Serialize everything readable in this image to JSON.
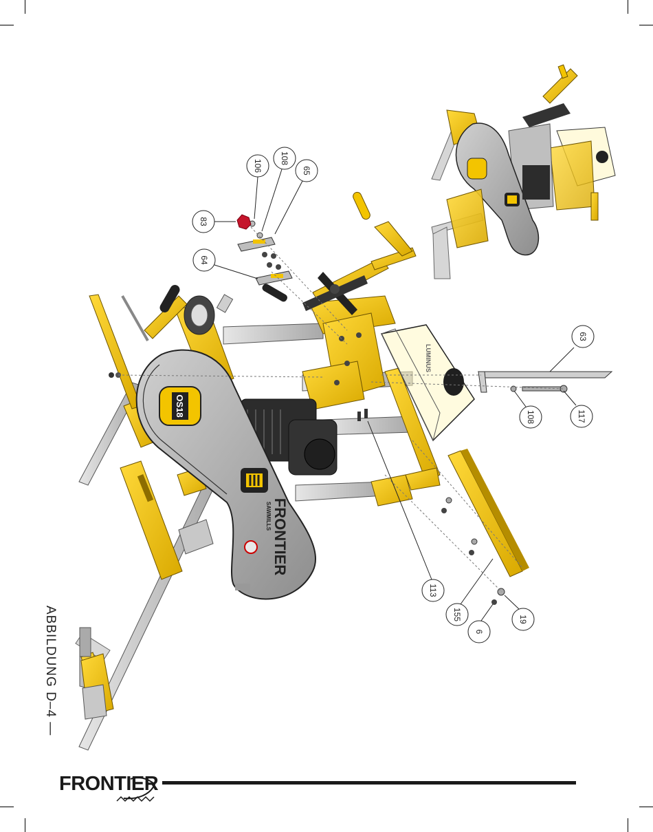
{
  "figure": {
    "title": "ABBILDUNG D–4 —"
  },
  "brand": {
    "footer_logo": "FRONTIER",
    "machine_logo": "FRONTIER",
    "machine_sub": "SAWMILLS",
    "model_badge": "OS18",
    "accent_color": "#f3c400",
    "frame_color": "#cfcfcf",
    "cover_color": "#b9b9b9"
  },
  "callouts": [
    {
      "id": "c83",
      "label": "83"
    },
    {
      "id": "c106",
      "label": "106"
    },
    {
      "id": "c108a",
      "label": "108"
    },
    {
      "id": "c65",
      "label": "65"
    },
    {
      "id": "c64",
      "label": "64"
    },
    {
      "id": "c63",
      "label": "63"
    },
    {
      "id": "c108b",
      "label": "108"
    },
    {
      "id": "c117",
      "label": "117"
    },
    {
      "id": "c113",
      "label": "113"
    },
    {
      "id": "c155",
      "label": "155"
    },
    {
      "id": "c6",
      "label": "6"
    },
    {
      "id": "c19",
      "label": "19"
    }
  ]
}
